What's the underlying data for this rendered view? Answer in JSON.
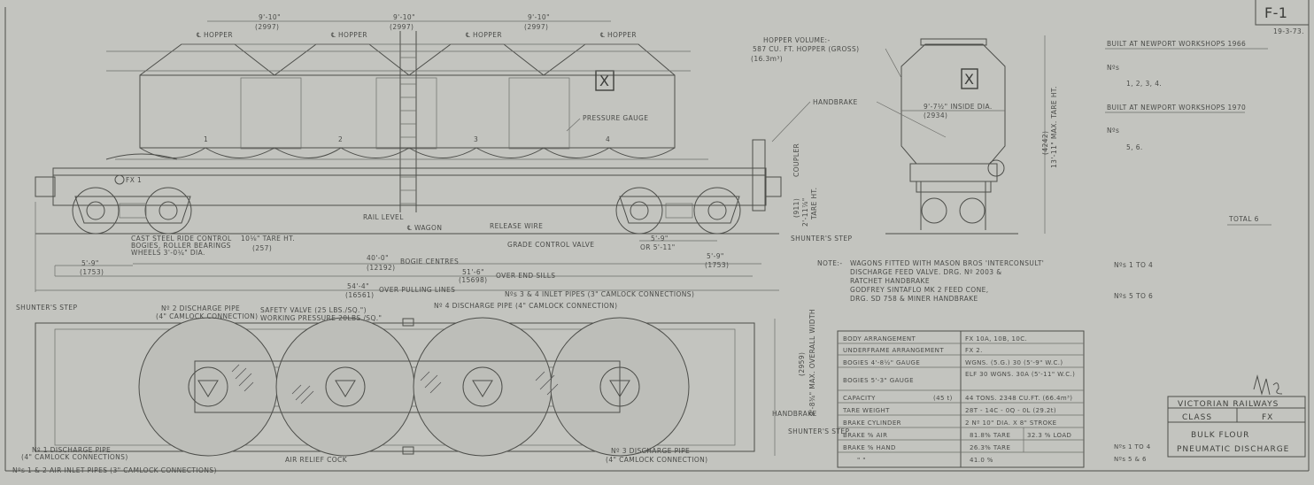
{
  "sheet": {
    "number": "F-1",
    "date": "19-3-73."
  },
  "side_view": {
    "hopper_labels": [
      "℄ HOPPER",
      "℄ HOPPER",
      "℄ HOPPER",
      "℄ HOPPER"
    ],
    "hopper_spacing": [
      {
        "imperial": "9'-10\"",
        "metric": "(2997)"
      },
      {
        "imperial": "9'-10\"",
        "metric": "(2997)"
      },
      {
        "imperial": "9'-10\"",
        "metric": "(2997)"
      }
    ],
    "hopper_numbers": [
      "1",
      "2",
      "3",
      "4"
    ],
    "marking_x": "X",
    "wagon_number": "FX 1",
    "pressure_gauge": "PRESSURE GAUGE",
    "rail_level": "RAIL LEVEL",
    "wagon_centre": "℄ WAGON",
    "release_wire": "RELEASE WIRE",
    "grade_control_valve": "GRADE CONTROL VALVE",
    "bogie_note": [
      "CAST STEEL RIDE CONTROL",
      "BOGIES, ROLLER BEARINGS",
      "WHEELS 3'-0¼\" DIA."
    ],
    "tare_height": {
      "imperial": "10⅛\" TARE HT.",
      "metric": "(257)"
    },
    "bogie_wheelbase": {
      "imperial": "5'-9\"",
      "alt": "OR 5'-11\""
    },
    "end_overhang_left": {
      "imperial": "5'-9\"",
      "metric": "(1753)"
    },
    "end_overhang_right": {
      "imperial": "5'-9\"",
      "metric": "(1753)"
    },
    "bogie_centres": {
      "imperial": "40'-0\"",
      "metric": "(12192)",
      "label": "BOGIE CENTRES"
    },
    "over_end_sills": {
      "imperial": "51'-6\"",
      "metric": "(15698)",
      "label": "OVER END SILLS"
    },
    "over_pulling_lines": {
      "imperial": "54'-4\"",
      "metric": "(16561)",
      "label": "OVER PULLING LINES"
    },
    "coupler": "COUPLER",
    "coupler_height": {
      "imperial": "2'-11⅞\"",
      "metric": "(911)",
      "label": "TARE HT."
    },
    "shunters_step": "SHUNTER'S STEP"
  },
  "end_view": {
    "hopper_volume": [
      "HOPPER VOLUME:-",
      "587 CU. FT. HOPPER (GROSS)",
      "(16.3m³)"
    ],
    "handbrake": "HANDBRAKE",
    "inside_dia": {
      "imperial": "9'-7½\" INSIDE DIA.",
      "metric": "(2934)"
    },
    "max_tare_height": {
      "imperial": "13'-11\" MAX. TARE HT.",
      "metric": "(4242)"
    },
    "marking_x": "X"
  },
  "notes": {
    "label": "NOTE:-",
    "lines": [
      "WAGONS FITTED WITH MASON BROS 'INTERCONSULT'",
      "DISCHARGE FEED VALVE. DRG. Nº 2003 &",
      "RATCHET HANDBRAKE",
      "GODFREY SINTAFLO MK 2 FEED CONE,",
      "DRG. SD 758 & MINER HANDBRAKE"
    ],
    "refs": [
      "Nºs 1 TO 4",
      "Nºs 5 TO 6"
    ]
  },
  "build_info": {
    "batch1_title": "BUILT AT NEWPORT WORKSHOPS 1966",
    "batch1_no_label": "Nºs",
    "batch1_numbers": "1,  2,  3,  4.",
    "batch2_title": "BUILT AT NEWPORT WORKSHOPS 1970",
    "batch2_no_label": "Nºs",
    "batch2_numbers": "5,  6.",
    "total": "TOTAL  6"
  },
  "plan_view": {
    "shunters_step_left": "SHUNTER'S STEP",
    "no2_discharge": [
      "Nº 2 DISCHARGE PIPE",
      "(4\" CAMLOCK CONNECTION)"
    ],
    "safety_valve": [
      "SAFETY VALVE (25 LBS./SQ.\")",
      "WORKING PRESSURE 20LBS./SQ.\""
    ],
    "no34_inlet": "Nºs 3 & 4 INLET PIPES (3\" CAMLOCK CONNECTIONS)",
    "no4_discharge": "Nº 4 DISCHARGE PIPE (4\" CAMLOCK CONNECTION)",
    "max_width": {
      "imperial": "9'-8¾\" MAX. OVERALL WIDTH",
      "metric": "(2959)"
    },
    "handbrake": "HANDBRAKE",
    "shunters_step_right": "SHUNTER'S STEP",
    "no1_discharge": [
      "Nº 1 DISCHARGE PIPE",
      "(4\" CAMLOCK CONNECTIONS)"
    ],
    "air_relief": "AIR RELIEF COCK",
    "no3_discharge": [
      "Nº 3 DISCHARGE PIPE",
      "(4\" CAMLOCK CONNECTION)"
    ],
    "no12_inlet": "Nºs 1 & 2 AIR INLET PIPES (3\" CAMLOCK CONNECTIONS)"
  },
  "spec_table": {
    "rows": [
      {
        "label": "BODY ARRANGEMENT",
        "value": "FX 10A, 10B, 10C."
      },
      {
        "label": "UNDERFRAME ARRANGEMENT",
        "value": "FX 2."
      },
      {
        "label": "BOGIES 4'-8½\" GAUGE",
        "value": "WGNS. (5.G.) 30 (5'-9\" W.C.)"
      },
      {
        "label": "BOGIES 5'-3\" GAUGE",
        "value": "ELF 30 WGNS. 30A (5'-11\" W.C.)"
      },
      {
        "label": "CAPACITY",
        "note": "(45 t)",
        "value": "44 TONS.  2348 CU.FT. (66.4m³)"
      },
      {
        "label": "TARE WEIGHT",
        "value": "28T - 14C - 0Q - 0L (29.2t)"
      },
      {
        "label": "BRAKE CYLINDER",
        "value": "2 Nº 10\" DIA. X 8\" STROKE"
      },
      {
        "label": "BRAKE % AIR",
        "value": "81.8% TARE",
        "value2": "32.3 % LOAD"
      },
      {
        "label": "BRAKE % HAND",
        "value": "26.3% TARE"
      },
      {
        "label": "\"     \"",
        "value": "41.0 %"
      }
    ],
    "side_refs": [
      "Nºs 1 TO 4",
      "Nºs 5 & 6"
    ]
  },
  "title_block": {
    "railway": "VICTORIAN RAILWAYS",
    "class_label": "CLASS",
    "class_value": "FX",
    "description_1": "BULK FLOUR",
    "description_2": "PNEUMATIC DISCHARGE",
    "signature": "Wa"
  }
}
